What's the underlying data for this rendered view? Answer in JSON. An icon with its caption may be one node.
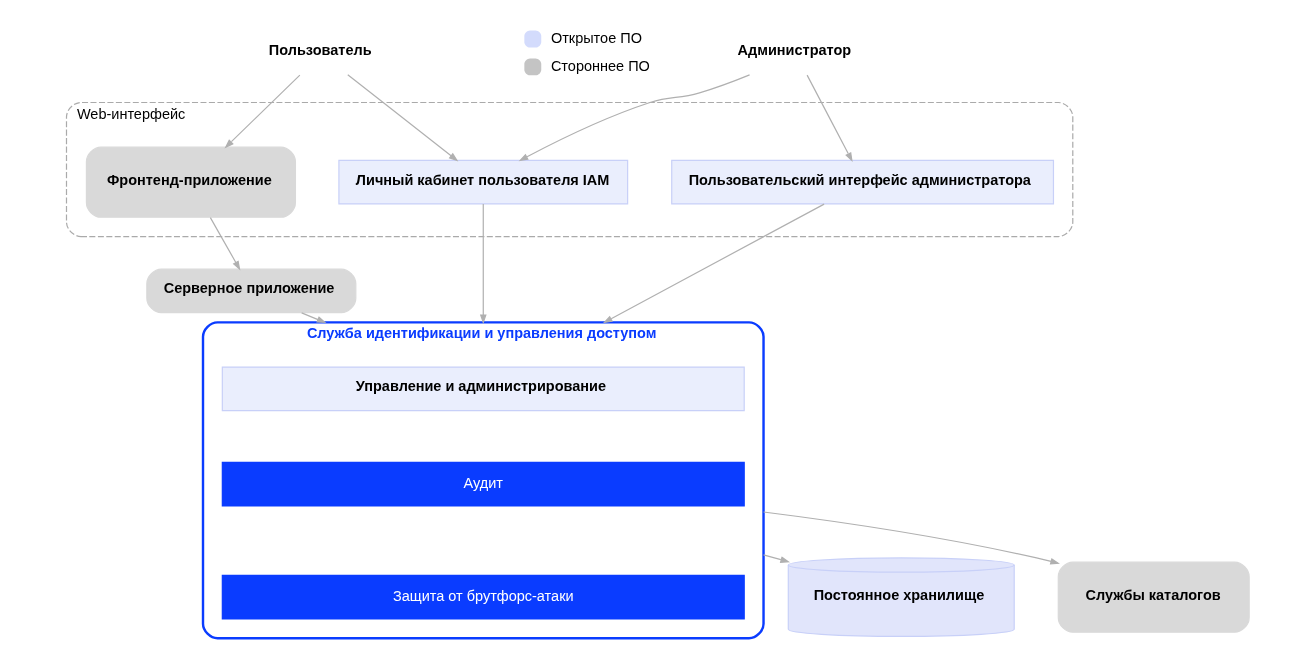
{
  "diagram": {
    "nodes": [
      {
        "text": [
          "Администратор"
        ]
      },
      {
        "text": [
          "Пользователь"
        ]
      },
      {
        "text": [
          "Web-интерфейс"
        ]
      },
      {
        "text": [
          "Пользовательский интерфейс администратора"
        ],
        "in": 2
      },
      {
        "text": [
          "Личный кабинет пользователя IAM"
        ],
        "in": 2
      },
      {
        "text": [
          "Фронтенд-приложение"
        ],
        "in": 2
      },
      {
        "text": [
          "Серверное приложение"
        ]
      },
      {
        "text": [
          "Служба идентификации и управления доступом"
        ]
      },
      {
        "text": [
          "Управление и администрирование"
        ],
        "in": 7
      },
      {
        "text": [
          "Аудит"
        ],
        "in": 7
      },
      {
        "text": [
          "Защита от брутфорс-атаки"
        ],
        "in": 7
      },
      {
        "text": [
          "Службы каталогов"
        ]
      },
      {
        "text": [
          "Постоянное хранилище"
        ]
      }
    ],
    "edges": [
      {
        "from": 0,
        "to": 3,
        "arrow": "to"
      },
      {
        "from": 0,
        "to": 4,
        "arrow": "to"
      },
      {
        "from": 1,
        "to": 4,
        "arrow": "to"
      },
      {
        "from": 1,
        "to": 5,
        "arrow": "to"
      },
      {
        "from": 5,
        "to": 6,
        "arrow": "to"
      },
      {
        "from": 3,
        "to": 7,
        "arrow": "to"
      },
      {
        "from": 4,
        "to": 7,
        "arrow": "to"
      },
      {
        "from": 6,
        "to": 7,
        "arrow": "to"
      },
      {
        "from": 7,
        "to": 11,
        "arrow": "to"
      },
      {
        "from": 7,
        "to": 12,
        "arrow": "to"
      }
    ],
    "legend": [
      {
        "text": "Открытое ПО",
        "color": "#d3dbfc"
      },
      {
        "text": "Стороннее ПО",
        "color": "#c4c4c4"
      }
    ]
  }
}
